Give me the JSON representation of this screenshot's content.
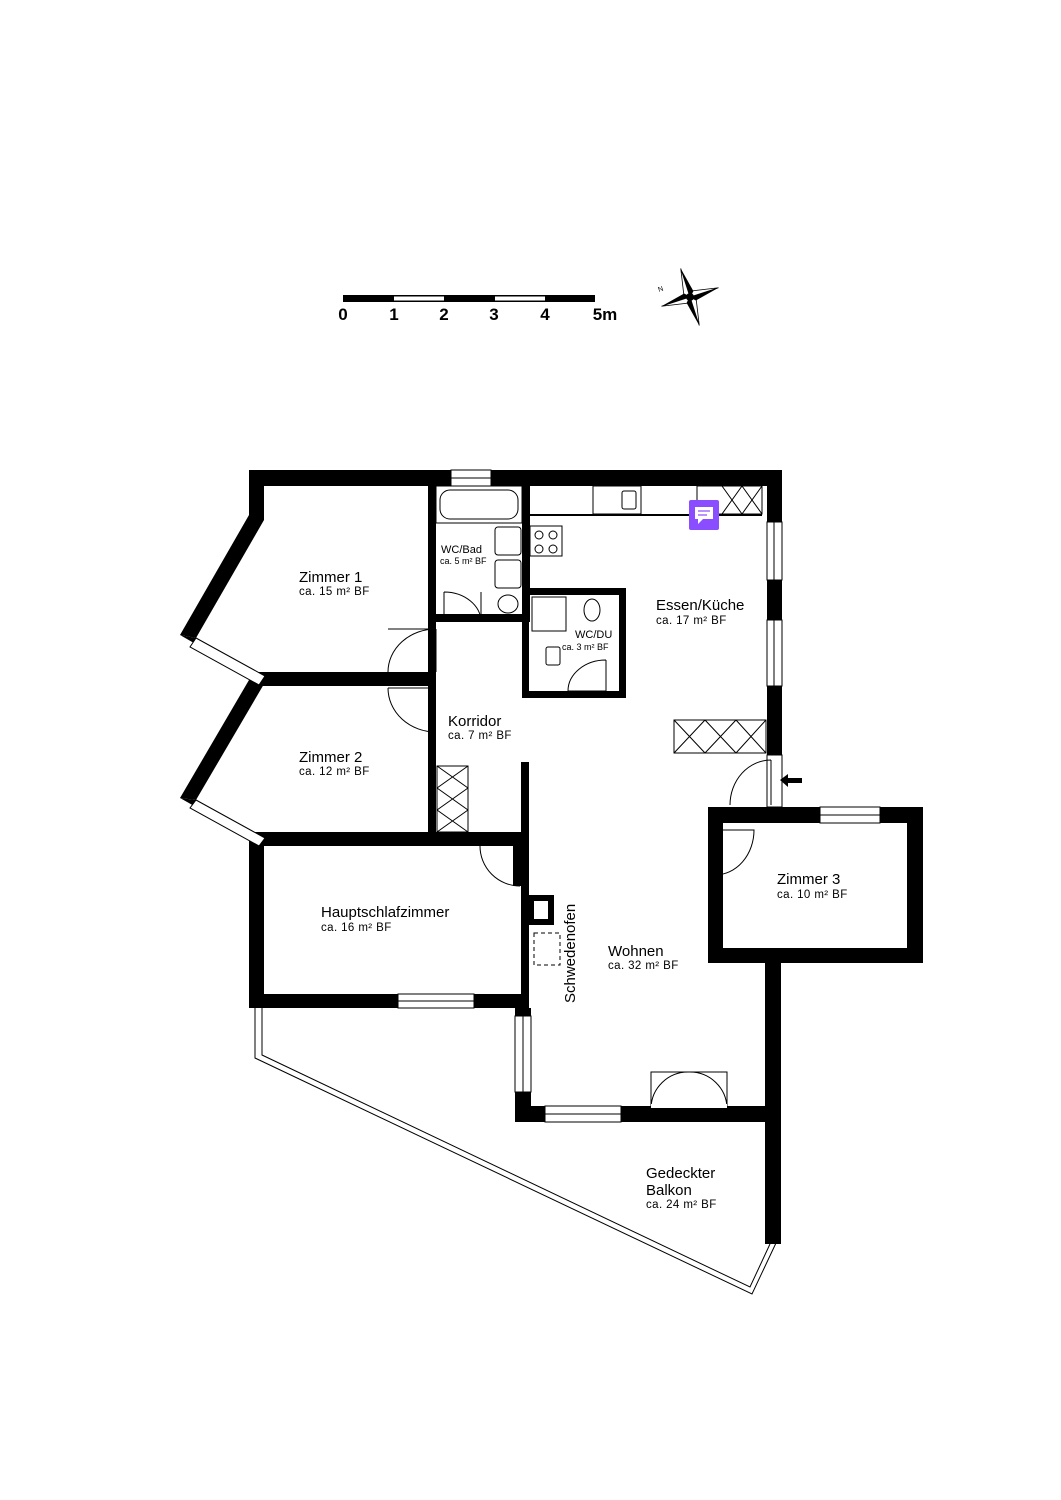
{
  "scale_bar": {
    "labels": [
      "0",
      "1",
      "2",
      "3",
      "4",
      "5m"
    ]
  },
  "compass": {
    "north_label": "N",
    "icon": "compass-rose-icon"
  },
  "badge": {
    "icon": "chat-bubble-icon",
    "color": "#8a4dff"
  },
  "rooms": {
    "zimmer1": {
      "name": "Zimmer 1",
      "area": "ca. 15 m² BF"
    },
    "zimmer2": {
      "name": "Zimmer 2",
      "area": "ca. 12 m² BF"
    },
    "haupt": {
      "name": "Hauptschlafzimmer",
      "area": "ca. 16 m² BF"
    },
    "wcbad": {
      "name": "WC/Bad",
      "area": "ca. 5 m² BF"
    },
    "wcdu": {
      "name": "WC/DU",
      "area": "ca. 3 m² BF"
    },
    "essen": {
      "name": "Essen/Küche",
      "area": "ca. 17 m² BF"
    },
    "korridor": {
      "name": "Korridor",
      "area": "ca. 7 m² BF"
    },
    "zimmer3": {
      "name": "Zimmer 3",
      "area": "ca. 10 m² BF"
    },
    "wohnen": {
      "name": "Wohnen",
      "area": "ca. 32 m² BF"
    },
    "balkon": {
      "name1": "Gedeckter",
      "name2": "Balkon",
      "area": "ca. 24 m² BF"
    }
  },
  "stove_label": "Schwedenofen"
}
